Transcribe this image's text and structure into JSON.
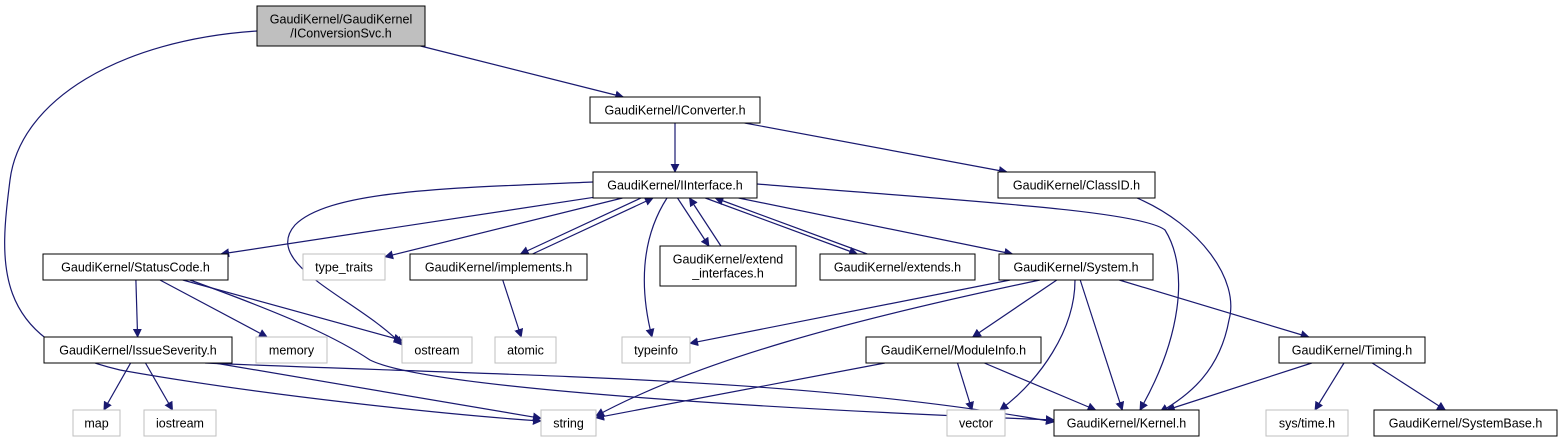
{
  "diagram": {
    "type": "include-dependency-graph",
    "colors": {
      "edge": "#191970",
      "root_fill": "#bfbfbf",
      "node_border": "#000000",
      "external_border": "#bfbfbf"
    },
    "nodes": [
      {
        "id": "root",
        "lines": [
          "GaudiKernel/GaudiKernel",
          "/IConversionSvc.h"
        ],
        "kind": "root"
      },
      {
        "id": "iconverter",
        "lines": [
          "GaudiKernel/IConverter.h"
        ],
        "kind": "internal"
      },
      {
        "id": "iinterface",
        "lines": [
          "GaudiKernel/IInterface.h"
        ],
        "kind": "internal"
      },
      {
        "id": "classid",
        "lines": [
          "GaudiKernel/ClassID.h"
        ],
        "kind": "internal"
      },
      {
        "id": "statuscode",
        "lines": [
          "GaudiKernel/StatusCode.h"
        ],
        "kind": "internal"
      },
      {
        "id": "type_traits",
        "lines": [
          "type_traits"
        ],
        "kind": "external"
      },
      {
        "id": "implements",
        "lines": [
          "GaudiKernel/implements.h"
        ],
        "kind": "internal"
      },
      {
        "id": "extend_interfaces",
        "lines": [
          "GaudiKernel/extend",
          "_interfaces.h"
        ],
        "kind": "internal"
      },
      {
        "id": "extends",
        "lines": [
          "GaudiKernel/extends.h"
        ],
        "kind": "internal"
      },
      {
        "id": "system",
        "lines": [
          "GaudiKernel/System.h"
        ],
        "kind": "internal"
      },
      {
        "id": "issueseverity",
        "lines": [
          "GaudiKernel/IssueSeverity.h"
        ],
        "kind": "internal"
      },
      {
        "id": "memory",
        "lines": [
          "memory"
        ],
        "kind": "external"
      },
      {
        "id": "ostream",
        "lines": [
          "ostream"
        ],
        "kind": "external"
      },
      {
        "id": "atomic",
        "lines": [
          "atomic"
        ],
        "kind": "external"
      },
      {
        "id": "typeinfo",
        "lines": [
          "typeinfo"
        ],
        "kind": "external"
      },
      {
        "id": "moduleinfo",
        "lines": [
          "GaudiKernel/ModuleInfo.h"
        ],
        "kind": "internal"
      },
      {
        "id": "timing",
        "lines": [
          "GaudiKernel/Timing.h"
        ],
        "kind": "internal"
      },
      {
        "id": "map",
        "lines": [
          "map"
        ],
        "kind": "external"
      },
      {
        "id": "iostream",
        "lines": [
          "iostream"
        ],
        "kind": "external"
      },
      {
        "id": "string",
        "lines": [
          "string"
        ],
        "kind": "external"
      },
      {
        "id": "vector",
        "lines": [
          "vector"
        ],
        "kind": "external"
      },
      {
        "id": "kernel",
        "lines": [
          "GaudiKernel/Kernel.h"
        ],
        "kind": "internal"
      },
      {
        "id": "systime",
        "lines": [
          "sys/time.h"
        ],
        "kind": "external"
      },
      {
        "id": "systembase",
        "lines": [
          "GaudiKernel/SystemBase.h"
        ],
        "kind": "internal"
      }
    ],
    "edges": [
      {
        "from": "root",
        "to": "iconverter"
      },
      {
        "from": "root",
        "to": "string"
      },
      {
        "from": "iconverter",
        "to": "iinterface"
      },
      {
        "from": "iconverter",
        "to": "classid"
      },
      {
        "from": "iinterface",
        "to": "statuscode"
      },
      {
        "from": "iinterface",
        "to": "ostream"
      },
      {
        "from": "iinterface",
        "to": "type_traits"
      },
      {
        "from": "iinterface",
        "to": "implements"
      },
      {
        "from": "implements",
        "to": "iinterface"
      },
      {
        "from": "iinterface",
        "to": "typeinfo"
      },
      {
        "from": "iinterface",
        "to": "extend_interfaces"
      },
      {
        "from": "extend_interfaces",
        "to": "iinterface"
      },
      {
        "from": "iinterface",
        "to": "extends"
      },
      {
        "from": "extends",
        "to": "iinterface"
      },
      {
        "from": "iinterface",
        "to": "system"
      },
      {
        "from": "iinterface",
        "to": "kernel"
      },
      {
        "from": "classid",
        "to": "kernel"
      },
      {
        "from": "statuscode",
        "to": "issueseverity"
      },
      {
        "from": "statuscode",
        "to": "memory"
      },
      {
        "from": "statuscode",
        "to": "ostream"
      },
      {
        "from": "statuscode",
        "to": "kernel"
      },
      {
        "from": "implements",
        "to": "atomic"
      },
      {
        "from": "system",
        "to": "typeinfo"
      },
      {
        "from": "system",
        "to": "string"
      },
      {
        "from": "system",
        "to": "moduleinfo"
      },
      {
        "from": "system",
        "to": "vector"
      },
      {
        "from": "system",
        "to": "kernel"
      },
      {
        "from": "system",
        "to": "timing"
      },
      {
        "from": "issueseverity",
        "to": "map"
      },
      {
        "from": "issueseverity",
        "to": "iostream"
      },
      {
        "from": "issueseverity",
        "to": "string"
      },
      {
        "from": "issueseverity",
        "to": "kernel"
      },
      {
        "from": "moduleinfo",
        "to": "string"
      },
      {
        "from": "moduleinfo",
        "to": "vector"
      },
      {
        "from": "moduleinfo",
        "to": "kernel"
      },
      {
        "from": "timing",
        "to": "kernel"
      },
      {
        "from": "timing",
        "to": "systime"
      },
      {
        "from": "timing",
        "to": "systembase"
      }
    ]
  }
}
